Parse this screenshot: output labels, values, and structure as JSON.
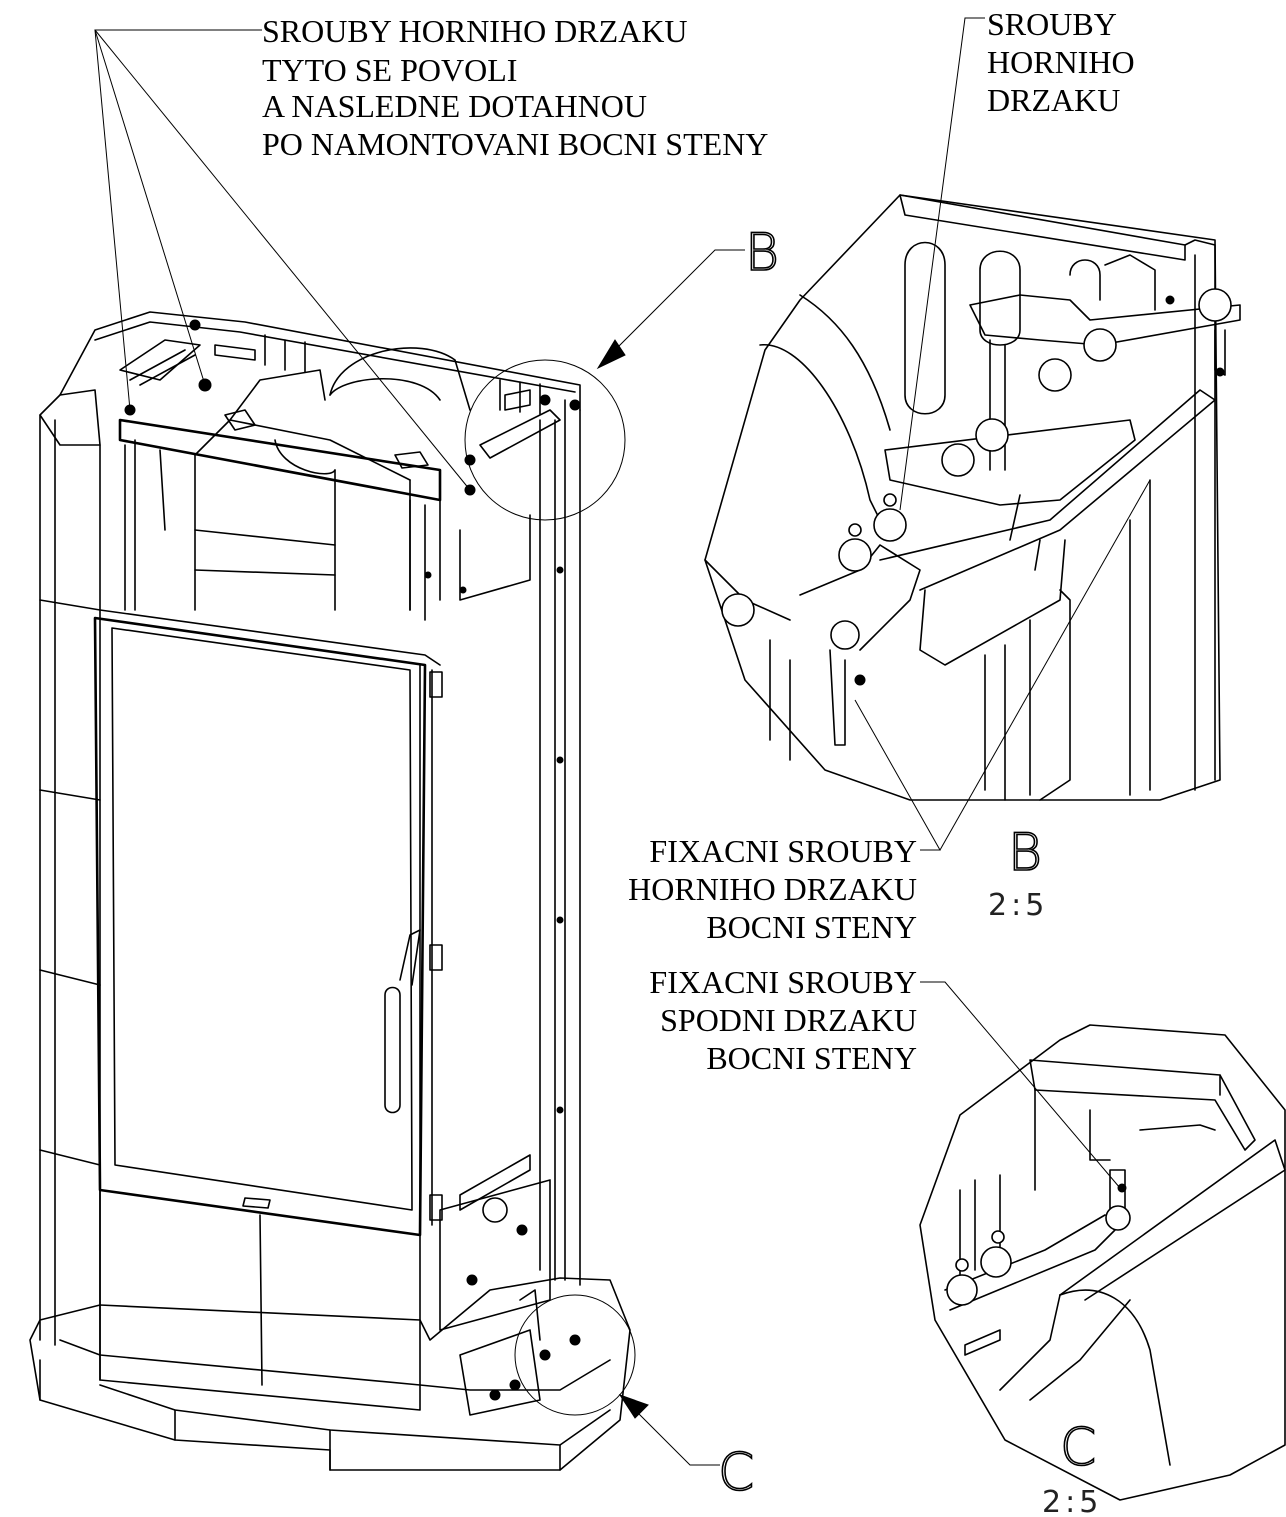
{
  "labels": {
    "top_left": [
      "SROUBY HORNIHO DRZAKU",
      "TYTO SE POVOLI",
      "A NASLEDNE DOTAHNOU",
      "PO NAMONTOVANI BOCNI STENY"
    ],
    "top_right": [
      "SROUBY",
      "HORNIHO",
      "DRZAKU"
    ],
    "fix_upper": [
      "FIXACNI SROUBY",
      "HORNIHO DRZAKU",
      "BOCNI STENY"
    ],
    "fix_lower": [
      "FIXACNI SROUBY",
      "SPODNI DRZAKU",
      "BOCNI STENY"
    ]
  },
  "views": {
    "detail_b": {
      "letter": "B",
      "scale": "2:5"
    },
    "detail_c": {
      "letter": "C",
      "scale": "2:5"
    }
  }
}
